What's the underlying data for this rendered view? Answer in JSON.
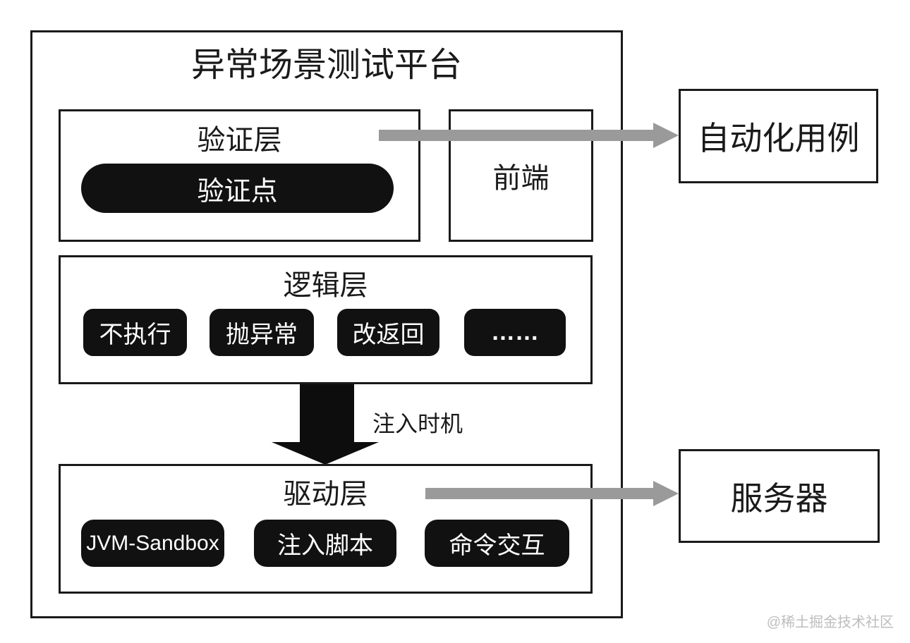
{
  "diagram": {
    "platform_title": "异常场景测试平台",
    "validation_layer": {
      "title": "验证层",
      "pill": "验证点"
    },
    "frontend": {
      "label": "前端"
    },
    "logic_layer": {
      "title": "逻辑层",
      "pills": [
        "不执行",
        "抛异常",
        "改返回",
        "……"
      ]
    },
    "injection_arrow_label": "注入时机",
    "driver_layer": {
      "title": "驱动层",
      "pills": [
        "JVM-Sandbox",
        "注入脚本",
        "命令交互"
      ]
    },
    "external": {
      "automation_cases": "自动化用例",
      "server": "服务器"
    },
    "watermark": "@稀土掘金技术社区",
    "colors": {
      "background": "#ffffff",
      "box_border": "#1a1a1a",
      "text": "#1a1a1a",
      "pill_background": "#111111",
      "pill_text": "#ffffff",
      "gray_arrow": "#9a9a9a",
      "black_arrow": "#0d0d0d",
      "watermark_text": "#bdbdbd"
    }
  }
}
